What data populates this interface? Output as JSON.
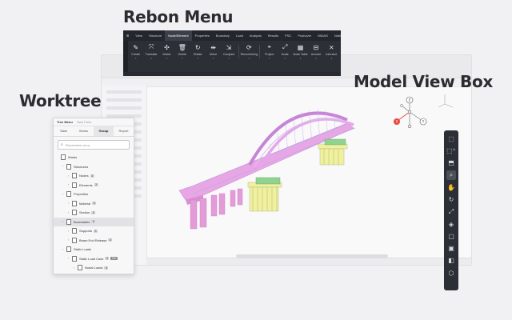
{
  "callouts": {
    "ribbon": "Rebon Menu",
    "worktree": "Worktree",
    "viewbox": "Model View Box"
  },
  "ribbon": {
    "tabs": [
      "View",
      "Structure",
      "Node/Element",
      "Properties",
      "Boundary",
      "Load",
      "Analysis",
      "Results",
      "PSC",
      "Pushover",
      "MIDAS",
      "Nobi"
    ],
    "active_tab": "Node/Element",
    "tools": [
      {
        "label": "Create",
        "icon": "pen-icon"
      },
      {
        "label": "Translate",
        "icon": "translate-icon"
      },
      {
        "label": "Divide",
        "icon": "divide-icon"
      },
      {
        "label": "Delete",
        "icon": "trash-icon"
      },
      {
        "label": "Rotate",
        "icon": "rotate-icon"
      },
      {
        "label": "Mirror",
        "icon": "mirror-icon"
      },
      {
        "label": "Compact",
        "icon": "compact-icon"
      },
      {
        "label": "Renumbering",
        "icon": "renumber-icon"
      },
      {
        "label": "Project",
        "icon": "project-icon"
      },
      {
        "label": "Scale",
        "icon": "scale-icon"
      },
      {
        "label": "Node Table",
        "icon": "table-icon"
      },
      {
        "label": "Unnode",
        "icon": "unnode-icon"
      },
      {
        "label": "Intersect",
        "icon": "intersect-icon"
      }
    ]
  },
  "tree": {
    "title": "Tree Menu",
    "subtitle": "Task Pane",
    "tabs": [
      "Table",
      "Works",
      "Group",
      "Report"
    ],
    "active_tab": "Group",
    "search_placeholder": "Placeholder area",
    "rows": [
      {
        "label": "Works",
        "indent": 0,
        "caret": false,
        "badge": ""
      },
      {
        "label": "Structures",
        "indent": 1,
        "caret": true,
        "badge": ""
      },
      {
        "label": "Nodes",
        "indent": 2,
        "caret": true,
        "badge": "3"
      },
      {
        "label": "Elements",
        "indent": 2,
        "caret": true,
        "badge": "2"
      },
      {
        "label": "Properties",
        "indent": 1,
        "caret": true,
        "badge": ""
      },
      {
        "label": "Material",
        "indent": 2,
        "caret": true,
        "badge": "3"
      },
      {
        "label": "Section",
        "indent": 2,
        "caret": true,
        "badge": "3"
      },
      {
        "label": "Boundaries",
        "indent": 1,
        "caret": true,
        "badge": "3",
        "selected": true
      },
      {
        "label": "Supports",
        "indent": 2,
        "caret": true,
        "badge": "3"
      },
      {
        "label": "Beam End Release",
        "indent": 2,
        "caret": true,
        "badge": "3"
      },
      {
        "label": "Static Loads",
        "indent": 1,
        "caret": true,
        "badge": ""
      },
      {
        "label": "Static Load Case",
        "indent": 2,
        "caret": true,
        "badge": "3",
        "extra": "Ctrl"
      },
      {
        "label": "Nodal Loads",
        "indent": 3,
        "caret": true,
        "badge": "3"
      }
    ]
  },
  "viewbox": {
    "axes": [
      "Z",
      "X",
      "Y"
    ],
    "highlight_color": "#e8473f"
  },
  "toolbar": {
    "icons": [
      "select-icon",
      "select-add-icon",
      "window-select-icon",
      "zoom-icon",
      "pan-icon",
      "rotate-view-icon",
      "fit-icon",
      "view-iso-icon",
      "view-front-icon",
      "view-top-icon",
      "view-right-icon",
      "view-3d-icon"
    ],
    "active_index": 3
  }
}
